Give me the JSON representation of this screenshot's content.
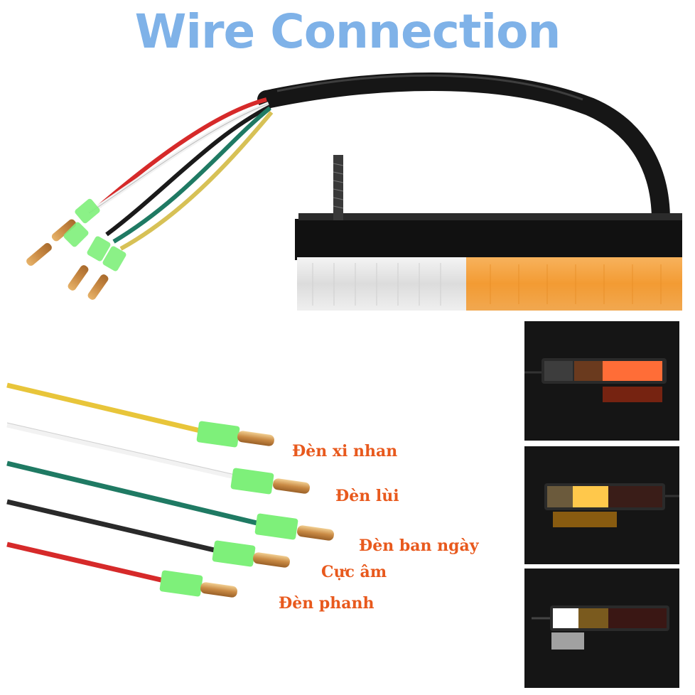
{
  "title": "Wire Connection",
  "wires": [
    {
      "color": "#e8c53a",
      "label": "Đèn xi nhan"
    },
    {
      "color": "#f4f4f4",
      "label": "Đèn lùi"
    },
    {
      "color": "#1f7a63",
      "label": "Đèn ban ngày"
    },
    {
      "color": "#2a2a2a",
      "label": "Cực âm"
    },
    {
      "color": "#d62a2a",
      "label": "Đèn phanh"
    }
  ],
  "colors": {
    "title": "#7fb2e8",
    "label": "#e8591d",
    "amber_lens": "#f39b33",
    "connector": "#7ef07a",
    "terminal": "#c98a44"
  },
  "panels": [
    {
      "state": "brake-lit",
      "icon": "taillight-red-lit-icon"
    },
    {
      "state": "turn-lit",
      "icon": "taillight-amber-lit-icon"
    },
    {
      "state": "reverse-lit",
      "icon": "taillight-white-lit-icon"
    }
  ]
}
